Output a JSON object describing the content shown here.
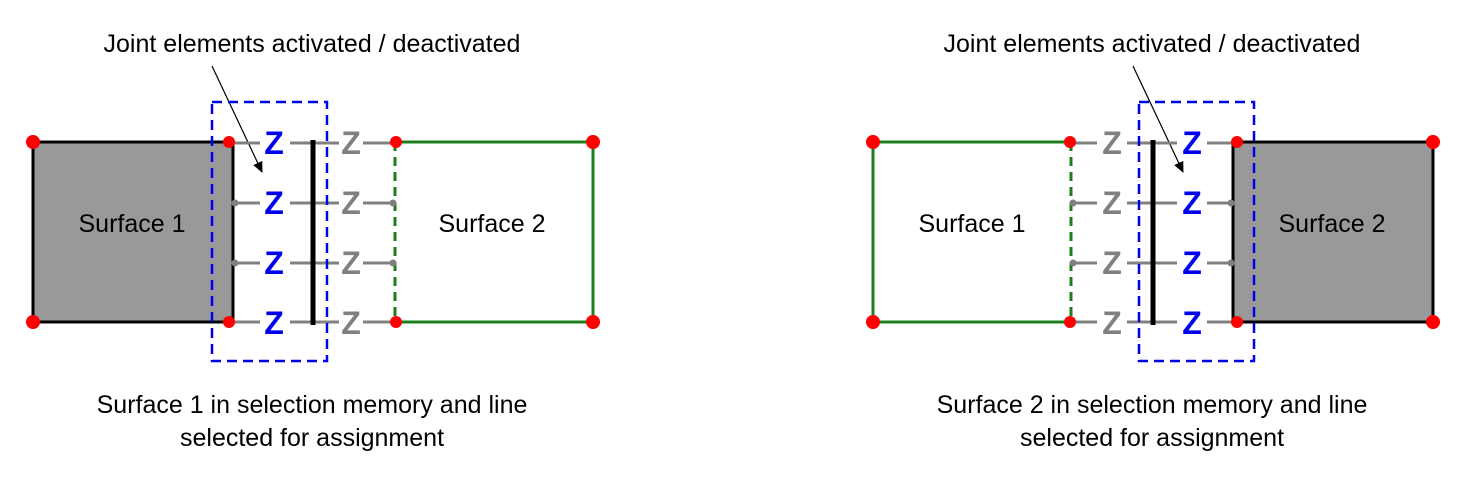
{
  "colors": {
    "selected_fill": "#999999",
    "outline_dark": "#000000",
    "outline_green": "#1e7d1e",
    "node_red": "#ff0000",
    "joint_active": "#0000ee",
    "joint_inactive": "#808080",
    "selection_box": "#0000ee",
    "background": "#ffffff"
  },
  "left": {
    "callout": "Joint elements activated / deactivated",
    "surface_a_label": "Surface 1",
    "surface_b_label": "Surface 2",
    "caption_line1": "Surface 1 in selection memory and line",
    "caption_line2": "selected for assignment",
    "joint_symbol": "Z"
  },
  "right": {
    "callout": "Joint elements activated / deactivated",
    "surface_a_label": "Surface 1",
    "surface_b_label": "Surface 2",
    "caption_line1": "Surface 2 in selection memory and line",
    "caption_line2": "selected for assignment",
    "joint_symbol": "Z"
  }
}
